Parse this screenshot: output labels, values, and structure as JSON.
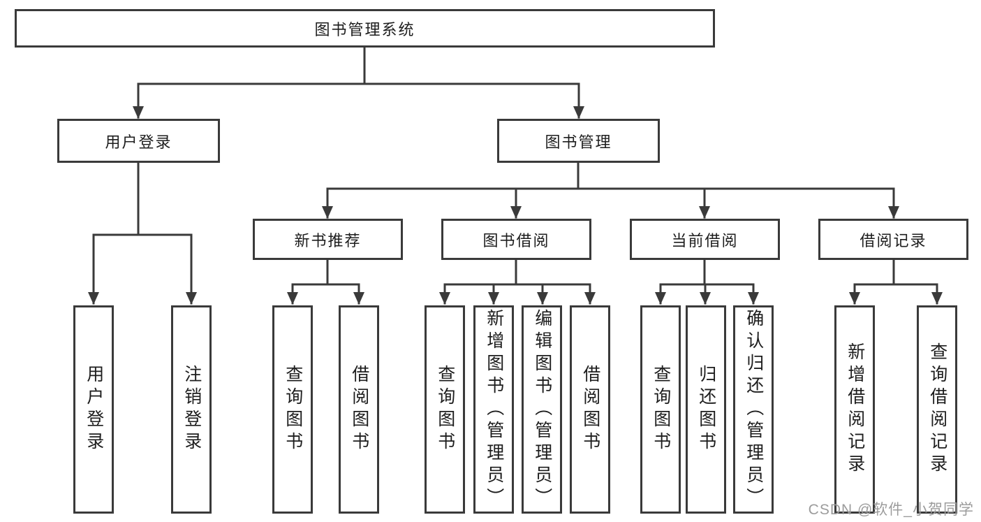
{
  "tree": {
    "label": "图书管理系统",
    "children": [
      {
        "label": "用户登录",
        "children": [
          {
            "label": "用户登录"
          },
          {
            "label": "注销登录"
          }
        ]
      },
      {
        "label": "图书管理",
        "children": [
          {
            "label": "新书推荐",
            "children": [
              {
                "label": "查询图书"
              },
              {
                "label": "借阅图书"
              }
            ]
          },
          {
            "label": "图书借阅",
            "children": [
              {
                "label": "查询图书"
              },
              {
                "label": "新增图书（管理员）"
              },
              {
                "label": "编辑图书（管理员）"
              },
              {
                "label": "借阅图书"
              }
            ]
          },
          {
            "label": "当前借阅",
            "children": [
              {
                "label": "查询图书"
              },
              {
                "label": "归还图书"
              },
              {
                "label": "确认归还（管理员）"
              }
            ]
          },
          {
            "label": "借阅记录",
            "children": [
              {
                "label": "新增借阅记录"
              },
              {
                "label": "查询借阅记录"
              }
            ]
          }
        ]
      }
    ]
  },
  "watermark": {
    "text": "CSDN @软件_小贺同学"
  },
  "colors": {
    "line": "#3a3a3a",
    "text": "#1d1d1d",
    "box_background": "#ffffff",
    "page_background": "#ffffff",
    "watermark": "#9c9c9c"
  }
}
